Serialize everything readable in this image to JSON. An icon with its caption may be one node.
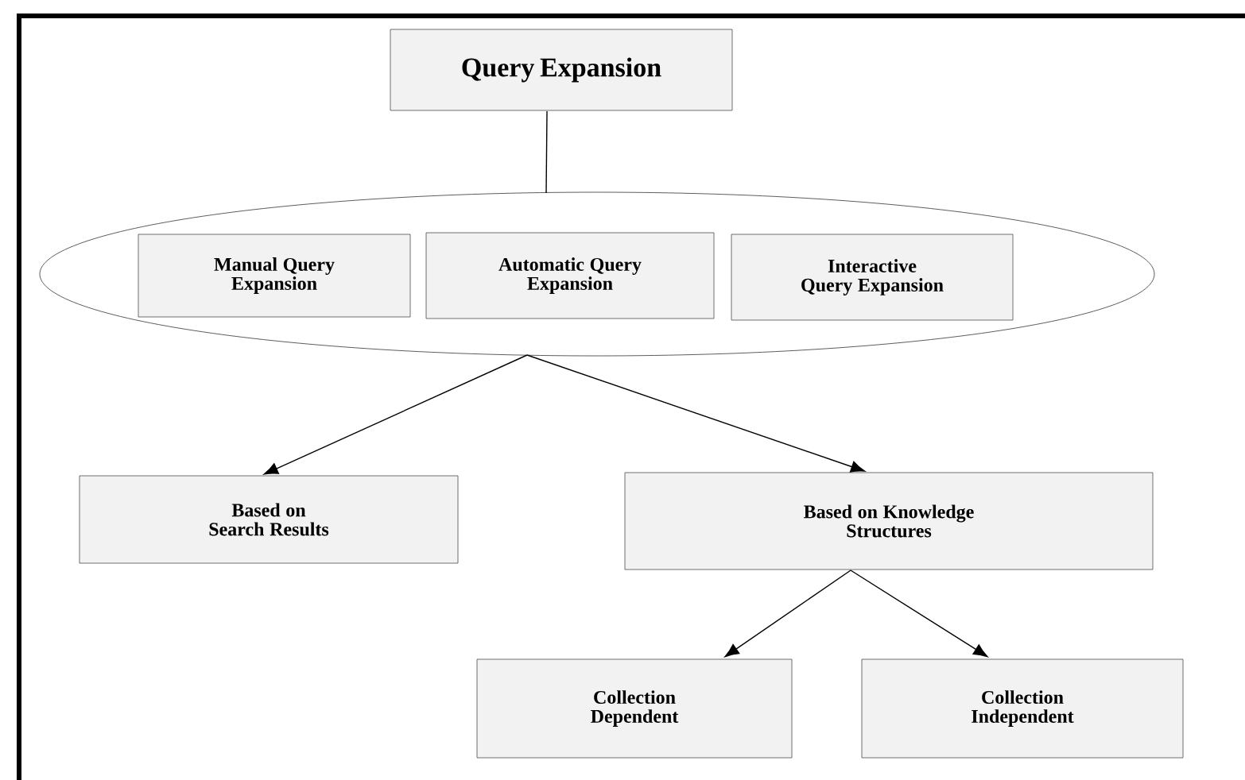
{
  "diagram": {
    "nodes": [
      {
        "text": [
          "Query Expansion"
        ]
      },
      {
        "text": [],
        "shape": "ellipse"
      },
      {
        "text": [
          "Manual Query Expansion"
        ],
        "in": 1
      },
      {
        "text": [
          "Automatic Query Expansion"
        ],
        "in": 1
      },
      {
        "text": [
          "Interactive Query Expansion"
        ],
        "in": 1
      },
      {
        "text": [
          "Based on Search Results"
        ]
      },
      {
        "text": [
          "Based on Knowledge Structures"
        ]
      },
      {
        "text": [
          "Collection Dependent"
        ]
      },
      {
        "text": [
          "Collection Independent"
        ]
      }
    ],
    "edges": [
      {
        "from": 0,
        "to": 1,
        "arrow": "none"
      },
      {
        "from": 1,
        "to": 5,
        "arrow": "to"
      },
      {
        "from": 1,
        "to": 6,
        "arrow": "to"
      },
      {
        "from": 6,
        "to": 7,
        "arrow": "to"
      },
      {
        "from": 6,
        "to": 8,
        "arrow": "to"
      }
    ]
  }
}
